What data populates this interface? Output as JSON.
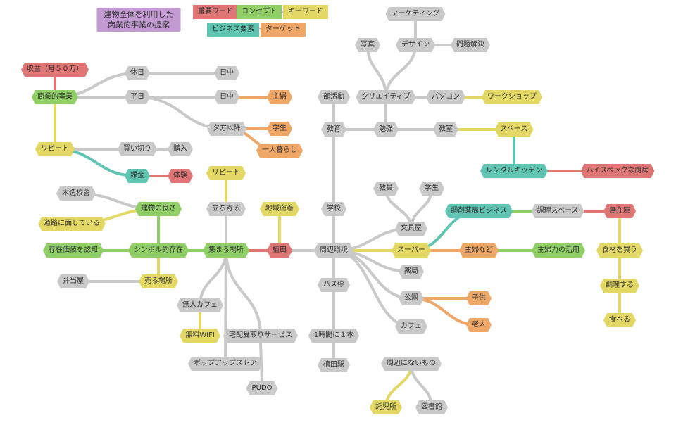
{
  "title_lines": [
    "建物全体を利用した",
    "商業的事業の提案"
  ],
  "legend": {
    "items": [
      {
        "id": "lg1",
        "label": "重要ワード",
        "color": "red"
      },
      {
        "id": "lg2",
        "label": "コンセプト",
        "color": "green"
      },
      {
        "id": "lg3",
        "label": "キーワード",
        "color": "yellow"
      },
      {
        "id": "lg4",
        "label": "ビジネス要素",
        "color": "teal"
      },
      {
        "id": "lg5",
        "label": "ターゲット",
        "color": "orange"
      }
    ],
    "arrow": ">"
  },
  "colors": {
    "gray": "#c9c9c9",
    "green": "#8fcf66",
    "yellow": "#e3d865",
    "orange": "#eea766",
    "red": "#df7575",
    "teal": "#5fc4b1",
    "purple": "#c39ad2"
  },
  "nodes": [
    {
      "id": "n1",
      "label": "収益（月５０万）",
      "color": "red"
    },
    {
      "id": "n2",
      "label": "商業的事業",
      "color": "green"
    },
    {
      "id": "n3",
      "label": "休日",
      "color": "gray"
    },
    {
      "id": "n4",
      "label": "平日",
      "color": "gray"
    },
    {
      "id": "n5",
      "label": "日中",
      "color": "gray"
    },
    {
      "id": "n6",
      "label": "日中",
      "color": "gray"
    },
    {
      "id": "n7",
      "label": "主婦",
      "color": "orange"
    },
    {
      "id": "n8",
      "label": "夕方以降",
      "color": "gray"
    },
    {
      "id": "n9",
      "label": "学生",
      "color": "orange"
    },
    {
      "id": "n10",
      "label": "一人暮らし",
      "color": "orange"
    },
    {
      "id": "n11",
      "label": "リピート",
      "color": "yellow"
    },
    {
      "id": "n12",
      "label": "買い切り",
      "color": "gray"
    },
    {
      "id": "n13",
      "label": "購入",
      "color": "gray"
    },
    {
      "id": "n14",
      "label": "課金",
      "color": "teal"
    },
    {
      "id": "n15",
      "label": "体験",
      "color": "red"
    },
    {
      "id": "n16",
      "label": "マーケティング",
      "color": "gray"
    },
    {
      "id": "n17",
      "label": "写真",
      "color": "gray"
    },
    {
      "id": "n18",
      "label": "デザイン",
      "color": "gray"
    },
    {
      "id": "n19",
      "label": "問題解決",
      "color": "gray"
    },
    {
      "id": "n20",
      "label": "部活動",
      "color": "gray"
    },
    {
      "id": "n21",
      "label": "クリエイティブ",
      "color": "gray"
    },
    {
      "id": "n22",
      "label": "パソコン",
      "color": "gray"
    },
    {
      "id": "n23",
      "label": "ワークショップ",
      "color": "yellow"
    },
    {
      "id": "n24",
      "label": "教育",
      "color": "gray"
    },
    {
      "id": "n25",
      "label": "勉強",
      "color": "gray"
    },
    {
      "id": "n26",
      "label": "教室",
      "color": "gray"
    },
    {
      "id": "n27",
      "label": "スペース",
      "color": "yellow"
    },
    {
      "id": "n28",
      "label": "レンタルキッチン",
      "color": "teal"
    },
    {
      "id": "n29",
      "label": "ハイスペックな厨房",
      "color": "red"
    },
    {
      "id": "n30",
      "label": "リピート",
      "color": "yellow"
    },
    {
      "id": "n31",
      "label": "木造校舎",
      "color": "gray"
    },
    {
      "id": "n32",
      "label": "建物の良さ",
      "color": "green"
    },
    {
      "id": "n33",
      "label": "道路に面している",
      "color": "yellow"
    },
    {
      "id": "n34",
      "label": "立ち寄る",
      "color": "gray"
    },
    {
      "id": "n35",
      "label": "地域密着",
      "color": "yellow"
    },
    {
      "id": "n36",
      "label": "教員",
      "color": "gray"
    },
    {
      "id": "n37",
      "label": "学生",
      "color": "gray"
    },
    {
      "id": "n38",
      "label": "学校",
      "color": "gray"
    },
    {
      "id": "n39",
      "label": "文具屋",
      "color": "gray"
    },
    {
      "id": "n40",
      "label": "調剤薬局ビジネス",
      "color": "teal"
    },
    {
      "id": "n41",
      "label": "調理スペース",
      "color": "gray"
    },
    {
      "id": "n42",
      "label": "無在庫",
      "color": "red"
    },
    {
      "id": "n43",
      "label": "存在価値を認知",
      "color": "green"
    },
    {
      "id": "n44",
      "label": "シンボル的存在",
      "color": "green"
    },
    {
      "id": "n45",
      "label": "集まる場所",
      "color": "green"
    },
    {
      "id": "n46",
      "label": "植田",
      "color": "red"
    },
    {
      "id": "n47",
      "label": "周辺環境",
      "color": "gray"
    },
    {
      "id": "n48",
      "label": "スーパー",
      "color": "yellow"
    },
    {
      "id": "n49",
      "label": "主婦など",
      "color": "orange"
    },
    {
      "id": "n50",
      "label": "主婦力の活用",
      "color": "green"
    },
    {
      "id": "n51",
      "label": "食材を買う",
      "color": "yellow"
    },
    {
      "id": "n52",
      "label": "薬局",
      "color": "gray"
    },
    {
      "id": "n53",
      "label": "弁当屋",
      "color": "gray"
    },
    {
      "id": "n54",
      "label": "売る場所",
      "color": "yellow"
    },
    {
      "id": "n55",
      "label": "バス停",
      "color": "gray"
    },
    {
      "id": "n56",
      "label": "調理する",
      "color": "yellow"
    },
    {
      "id": "n57",
      "label": "公園",
      "color": "gray"
    },
    {
      "id": "n58",
      "label": "子供",
      "color": "orange"
    },
    {
      "id": "n59",
      "label": "無人カフェ",
      "color": "gray"
    },
    {
      "id": "n60",
      "label": "老人",
      "color": "orange"
    },
    {
      "id": "n61",
      "label": "食べる",
      "color": "yellow"
    },
    {
      "id": "n62",
      "label": "カフェ",
      "color": "gray"
    },
    {
      "id": "n63",
      "label": "無料WIFI",
      "color": "yellow"
    },
    {
      "id": "n64",
      "label": "宅配受取りサービス",
      "color": "gray"
    },
    {
      "id": "n65",
      "label": "1時間に１本",
      "color": "gray"
    },
    {
      "id": "n66",
      "label": "ポップアップストア",
      "color": "gray"
    },
    {
      "id": "n67",
      "label": "植田駅",
      "color": "gray"
    },
    {
      "id": "n68",
      "label": "周辺にないもの",
      "color": "gray"
    },
    {
      "id": "n69",
      "label": "PUDO",
      "color": "gray"
    },
    {
      "id": "n70",
      "label": "託児所",
      "color": "yellow"
    },
    {
      "id": "n71",
      "label": "図書館",
      "color": "gray"
    }
  ],
  "edges": [
    {
      "from": "n2",
      "to": "n1",
      "color": "red"
    },
    {
      "from": "n2",
      "to": "n3",
      "color": "gray"
    },
    {
      "from": "n2",
      "to": "n4",
      "color": "gray"
    },
    {
      "from": "n3",
      "to": "n5",
      "color": "gray"
    },
    {
      "from": "n4",
      "to": "n6",
      "color": "gray"
    },
    {
      "from": "n4",
      "to": "n8",
      "color": "gray"
    },
    {
      "from": "n6",
      "to": "n7",
      "color": "orange"
    },
    {
      "from": "n8",
      "to": "n9",
      "color": "orange"
    },
    {
      "from": "n8",
      "to": "n10",
      "color": "orange"
    },
    {
      "from": "n2",
      "to": "n11",
      "color": "yellow"
    },
    {
      "from": "n11",
      "to": "n12",
      "color": "gray"
    },
    {
      "from": "n12",
      "to": "n13",
      "color": "gray"
    },
    {
      "from": "n11",
      "to": "n14",
      "color": "teal"
    },
    {
      "from": "n14",
      "to": "n15",
      "color": "red"
    },
    {
      "from": "n21",
      "to": "n17",
      "color": "gray"
    },
    {
      "from": "n21",
      "to": "n18",
      "color": "gray"
    },
    {
      "from": "n18",
      "to": "n16",
      "color": "gray"
    },
    {
      "from": "n18",
      "to": "n19",
      "color": "gray"
    },
    {
      "from": "n21",
      "to": "n22",
      "color": "gray"
    },
    {
      "from": "n22",
      "to": "n23",
      "color": "yellow"
    },
    {
      "from": "n24",
      "to": "n25",
      "color": "gray"
    },
    {
      "from": "n25",
      "to": "n21",
      "color": "gray"
    },
    {
      "from": "n25",
      "to": "n26",
      "color": "gray"
    },
    {
      "from": "n26",
      "to": "n27",
      "color": "yellow"
    },
    {
      "from": "n27",
      "to": "n28",
      "color": "teal"
    },
    {
      "from": "n28",
      "to": "n29",
      "color": "red"
    },
    {
      "from": "n20",
      "to": "n24",
      "color": "gray"
    },
    {
      "from": "n24",
      "to": "n38",
      "color": "gray"
    },
    {
      "from": "n38",
      "to": "n47",
      "color": "gray"
    },
    {
      "from": "n46",
      "to": "n47",
      "color": "gray"
    },
    {
      "from": "n45",
      "to": "n46",
      "color": "red"
    },
    {
      "from": "n46",
      "to": "n35",
      "color": "yellow"
    },
    {
      "from": "n45",
      "to": "n34",
      "color": "gray"
    },
    {
      "from": "n34",
      "to": "n30",
      "color": "yellow"
    },
    {
      "from": "n44",
      "to": "n45",
      "color": "green"
    },
    {
      "from": "n43",
      "to": "n44",
      "color": "green"
    },
    {
      "from": "n44",
      "to": "n32",
      "color": "green"
    },
    {
      "from": "n32",
      "to": "n31",
      "color": "gray"
    },
    {
      "from": "n32",
      "to": "n33",
      "color": "yellow"
    },
    {
      "from": "n44",
      "to": "n54",
      "color": "yellow"
    },
    {
      "from": "n54",
      "to": "n53",
      "color": "gray"
    },
    {
      "from": "n45",
      "to": "n59",
      "color": "gray"
    },
    {
      "from": "n59",
      "to": "n63",
      "color": "yellow"
    },
    {
      "from": "n45",
      "to": "n64",
      "color": "gray"
    },
    {
      "from": "n45",
      "to": "n66",
      "color": "gray"
    },
    {
      "from": "n64",
      "to": "n69",
      "color": "gray"
    },
    {
      "from": "n47",
      "to": "n39",
      "color": "gray"
    },
    {
      "from": "n39",
      "to": "n36",
      "color": "gray"
    },
    {
      "from": "n39",
      "to": "n37",
      "color": "gray"
    },
    {
      "from": "n47",
      "to": "n48",
      "color": "yellow"
    },
    {
      "from": "n47",
      "to": "n52",
      "color": "gray"
    },
    {
      "from": "n47",
      "to": "n57",
      "color": "gray"
    },
    {
      "from": "n47",
      "to": "n62",
      "color": "gray"
    },
    {
      "from": "n47",
      "to": "n55",
      "color": "gray"
    },
    {
      "from": "n55",
      "to": "n65",
      "color": "gray"
    },
    {
      "from": "n65",
      "to": "n67",
      "color": "gray"
    },
    {
      "from": "n48",
      "to": "n40",
      "color": "teal"
    },
    {
      "from": "n40",
      "to": "n41",
      "color": "green"
    },
    {
      "from": "n41",
      "to": "n42",
      "color": "red"
    },
    {
      "from": "n48",
      "to": "n49",
      "color": "orange"
    },
    {
      "from": "n49",
      "to": "n50",
      "color": "green"
    },
    {
      "from": "n42",
      "to": "n51",
      "color": "yellow"
    },
    {
      "from": "n51",
      "to": "n56",
      "color": "yellow"
    },
    {
      "from": "n56",
      "to": "n61",
      "color": "yellow"
    },
    {
      "from": "n57",
      "to": "n58",
      "color": "orange"
    },
    {
      "from": "n57",
      "to": "n60",
      "color": "orange"
    },
    {
      "from": "n68",
      "to": "n70",
      "color": "yellow"
    },
    {
      "from": "n68",
      "to": "n71",
      "color": "gray"
    }
  ]
}
